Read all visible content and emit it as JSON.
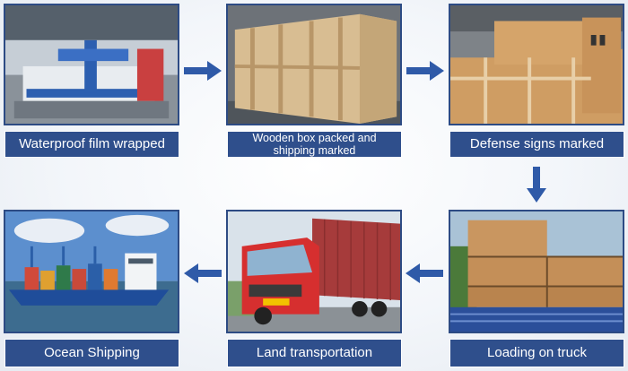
{
  "steps": [
    {
      "id": "film",
      "label": "Waterproof film wrapped",
      "icon": "cnc-machine-photo"
    },
    {
      "id": "box",
      "label": "Wooden box packed and shipping marked",
      "icon": "wooden-crate-photo"
    },
    {
      "id": "signs",
      "label": "Defense signs marked",
      "icon": "marked-crate-photo"
    },
    {
      "id": "truck-load",
      "label": "Loading on truck",
      "icon": "loaded-truck-photo"
    },
    {
      "id": "land",
      "label": "Land transportation",
      "icon": "red-truck-photo"
    },
    {
      "id": "ocean",
      "label": "Ocean Shipping",
      "icon": "container-ship-photo"
    }
  ],
  "colors": {
    "label_bg": "#2f4f8c",
    "arrow": "#2f5aa8",
    "border": "#2d4b84"
  }
}
